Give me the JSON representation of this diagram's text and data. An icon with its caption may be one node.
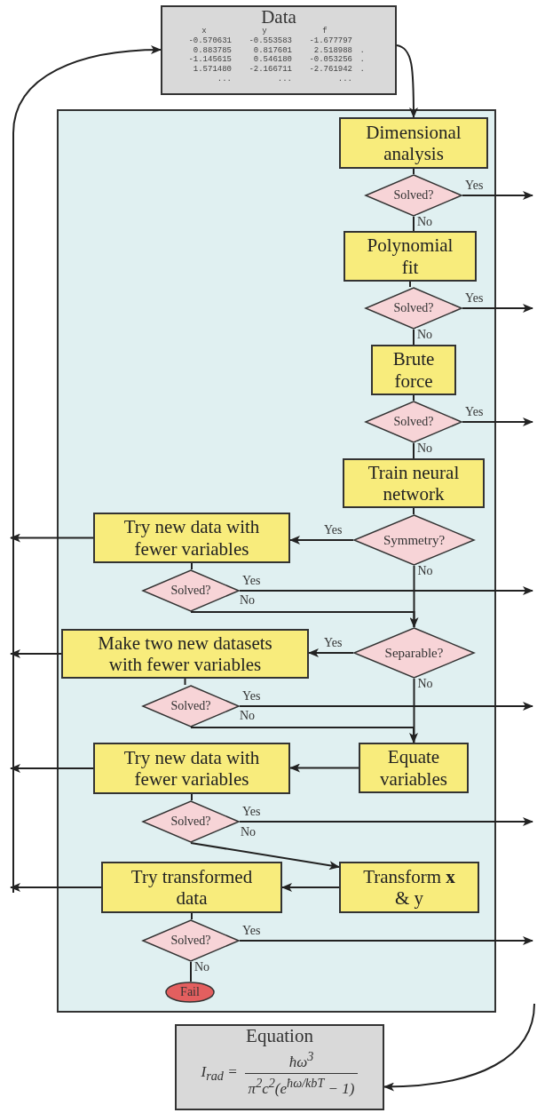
{
  "diagram": {
    "nodes": [
      {
        "text": [
          "Data",
          "x y f",
          "-0.570631 -0.553583 -1.677797",
          "0.883785 0.817601 2.518988 .",
          "-1.145615 0.546180 -0.053256 .",
          "1.571480 -2.166711 -2.761942 .",
          "... ... ..."
        ]
      },
      {
        "text": [],
        "shape": "box"
      },
      {
        "text": [
          "Dimensional analysis"
        ],
        "in": 1
      },
      {
        "text": [
          "Solved?"
        ],
        "in": 1
      },
      {
        "text": [
          "Polynomial fit"
        ],
        "in": 1
      },
      {
        "text": [
          "Solved?"
        ],
        "in": 1
      },
      {
        "text": [
          "Brute force"
        ],
        "in": 1
      },
      {
        "text": [
          "Solved?"
        ],
        "in": 1
      },
      {
        "text": [
          "Train neural network"
        ],
        "in": 1
      },
      {
        "text": [
          "Symmetry?"
        ],
        "in": 1
      },
      {
        "text": [
          "Try new data with fewer variables"
        ],
        "in": 1
      },
      {
        "text": [
          "Solved?"
        ],
        "in": 1
      },
      {
        "text": [
          "Separable?"
        ],
        "in": 1
      },
      {
        "text": [
          "Make two new datasets with fewer variables"
        ],
        "in": 1
      },
      {
        "text": [
          "Solved?"
        ],
        "in": 1
      },
      {
        "text": [
          "Equate variables"
        ],
        "in": 1
      },
      {
        "text": [
          "Try new data with fewer variables"
        ],
        "in": 1
      },
      {
        "text": [
          "Solved?"
        ],
        "in": 1
      },
      {
        "text": [
          "Transform **x** & y"
        ],
        "in": 1
      },
      {
        "text": [
          "Try transformed data"
        ],
        "in": 1
      },
      {
        "text": [
          "Solved?"
        ],
        "in": 1
      },
      {
        "text": [
          "Fail"
        ],
        "in": 1
      },
      {
        "text": [
          "Equation",
          "I$_{rad}$ =",
          "ħω$^{3}$",
          "π$^{2}$c$^{2}$(e$^{ħω/kbT}$ − 1)"
        ]
      }
    ],
    "edges": [
      {
        "from": 0,
        "to": 2,
        "arrow": "to"
      },
      {
        "from": 2,
        "to": 3,
        "arrow": "none"
      },
      {
        "from": 3,
        "to": null,
        "arrow": "to",
        "label": "Yes"
      },
      {
        "from": 3,
        "to": 4,
        "arrow": "none",
        "label": "No"
      },
      {
        "from": 4,
        "to": 5,
        "arrow": "none"
      },
      {
        "from": 5,
        "to": null,
        "arrow": "to",
        "label": "Yes"
      },
      {
        "from": 5,
        "to": 6,
        "arrow": "none",
        "label": "No"
      },
      {
        "from": 6,
        "to": 7,
        "arrow": "none"
      },
      {
        "from": 7,
        "to": null,
        "arrow": "to",
        "label": "Yes"
      },
      {
        "from": 7,
        "to": 8,
        "arrow": "none",
        "label": "No"
      },
      {
        "from": 8,
        "to": 9,
        "arrow": "none"
      },
      {
        "from": 9,
        "to": 10,
        "arrow": "to",
        "label": "Yes"
      },
      {
        "from": 10,
        "to": null,
        "arrow": "to"
      },
      {
        "from": 10,
        "to": 11,
        "arrow": "none"
      },
      {
        "from": 11,
        "to": null,
        "arrow": "to",
        "label": "Yes"
      },
      {
        "from": 11,
        "to": 12,
        "arrow": "to",
        "label": "No"
      },
      {
        "from": 9,
        "to": 12,
        "arrow": "none",
        "label": "No"
      },
      {
        "from": 12,
        "to": 13,
        "arrow": "to",
        "label": "Yes"
      },
      {
        "from": 13,
        "to": null,
        "arrow": "to"
      },
      {
        "from": 13,
        "to": 14,
        "arrow": "none"
      },
      {
        "from": 14,
        "to": null,
        "arrow": "to",
        "label": "Yes"
      },
      {
        "from": 14,
        "to": 15,
        "arrow": "to",
        "label": "No"
      },
      {
        "from": 12,
        "to": 15,
        "arrow": "none",
        "label": "No"
      },
      {
        "from": 15,
        "to": 16,
        "arrow": "to"
      },
      {
        "from": 16,
        "to": null,
        "arrow": "to"
      },
      {
        "from": 16,
        "to": 17,
        "arrow": "none"
      },
      {
        "from": 17,
        "to": null,
        "arrow": "to",
        "label": "Yes"
      },
      {
        "from": 17,
        "to": 18,
        "arrow": "to",
        "label": "No"
      },
      {
        "from": 18,
        "to": 19,
        "arrow": "to"
      },
      {
        "from": 19,
        "to": null,
        "arrow": "to"
      },
      {
        "from": 19,
        "to": 20,
        "arrow": "none"
      },
      {
        "from": 20,
        "to": null,
        "arrow": "to",
        "label": "Yes"
      },
      {
        "from": 20,
        "to": 21,
        "arrow": "none",
        "label": "No"
      },
      {
        "from": null,
        "to": 0,
        "arrow": "to"
      },
      {
        "from": null,
        "to": 22,
        "arrow": "to"
      }
    ]
  }
}
